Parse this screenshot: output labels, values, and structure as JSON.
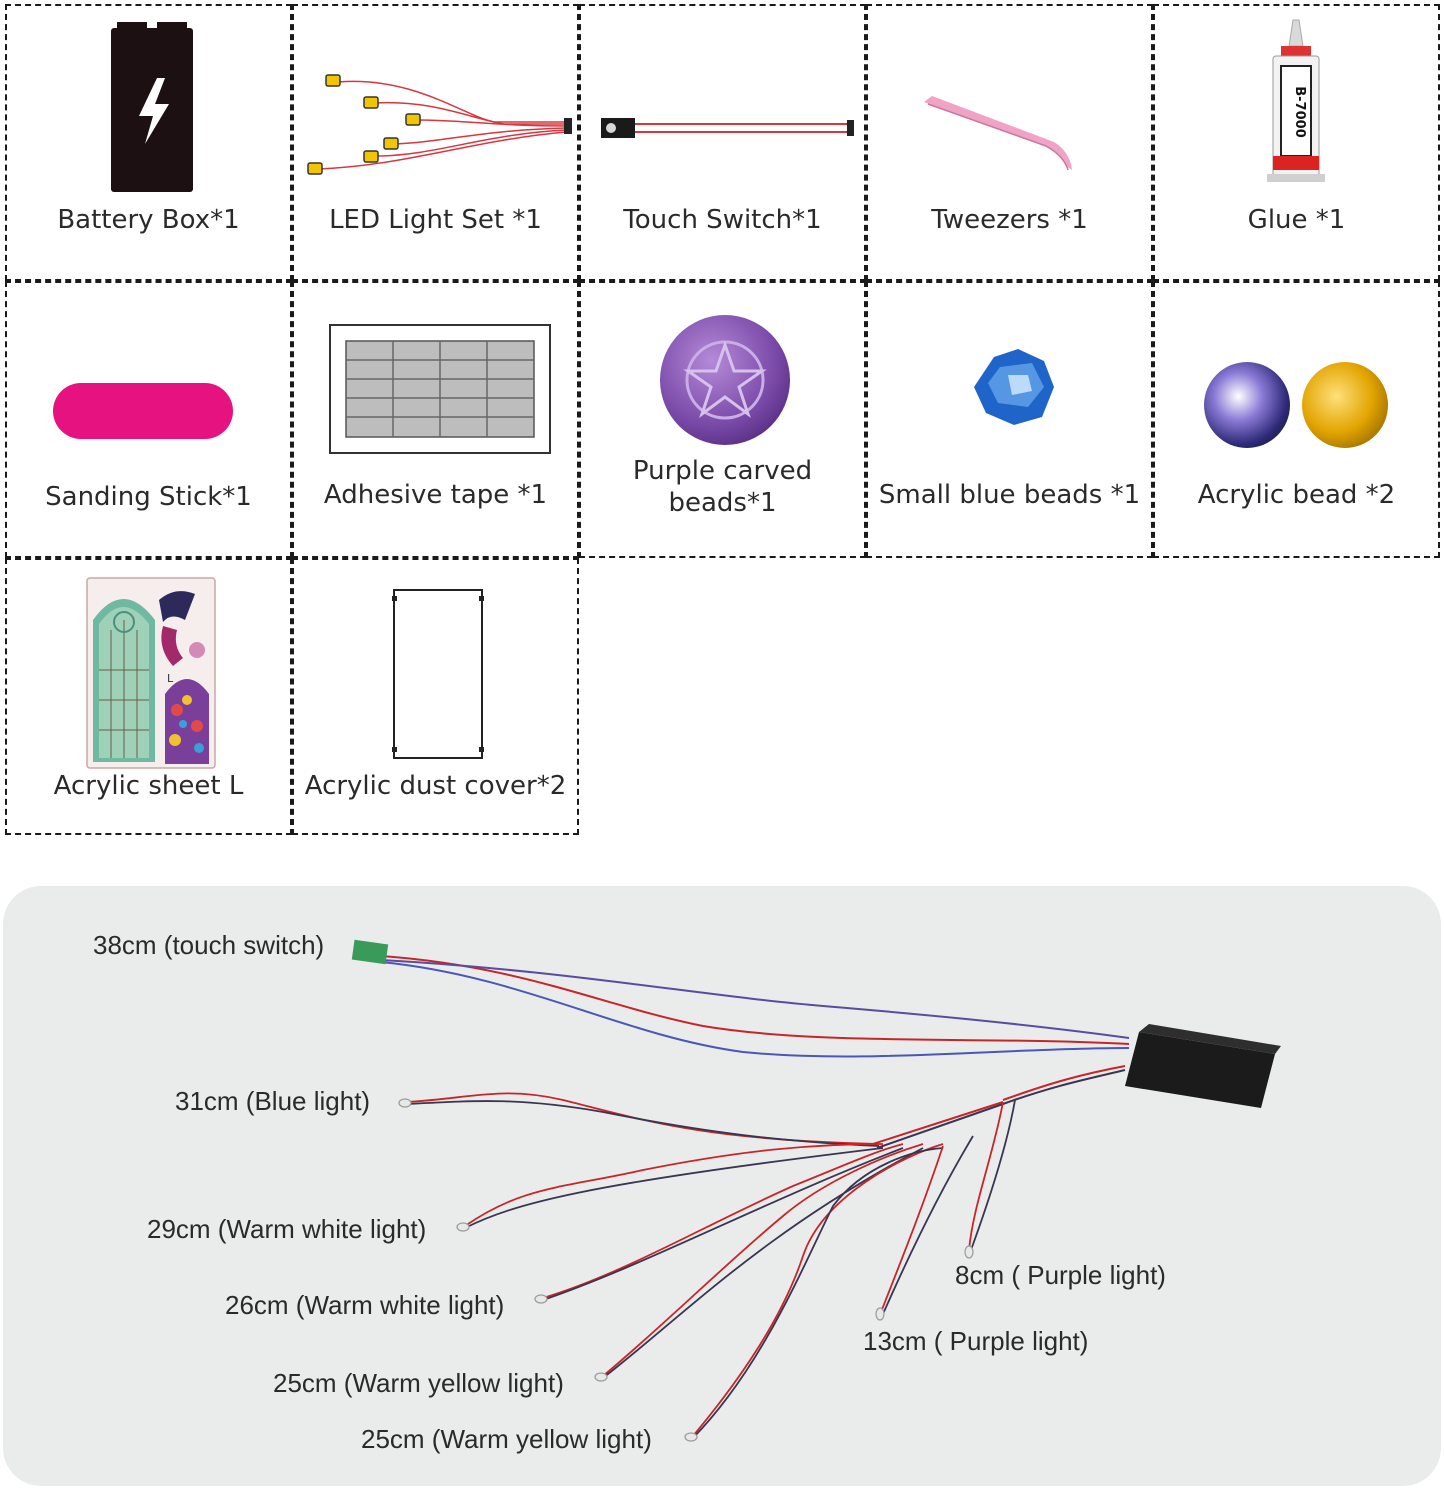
{
  "items": [
    {
      "label": "Battery Box*1",
      "icon": "battery-box-icon"
    },
    {
      "label": "LED Light Set *1",
      "icon": "led-light-set-icon"
    },
    {
      "label": "Touch Switch*1",
      "icon": "touch-switch-icon"
    },
    {
      "label": "Tweezers *1",
      "icon": "tweezers-icon"
    },
    {
      "label": "Glue *1",
      "icon": "glue-tube-icon",
      "tube_text": "B-7000"
    },
    {
      "label": "Sanding Stick*1",
      "icon": "sanding-stick-icon",
      "color": "#e5127f"
    },
    {
      "label": "Adhesive tape *1",
      "icon": "adhesive-tape-icon"
    },
    {
      "label": "Purple carved beads*1",
      "icon": "purple-carved-bead-icon",
      "color": "#8a5bb5"
    },
    {
      "label": "Small blue beads *1",
      "icon": "small-blue-bead-icon",
      "color": "#1f64c8"
    },
    {
      "label": "Acrylic bead *2",
      "icon": "acrylic-beads-icon",
      "color": "#e2a400"
    },
    {
      "label": "Acrylic sheet L",
      "icon": "acrylic-sheet-icon",
      "sheet_mark": "L"
    },
    {
      "label": "Acrylic dust  cover*2",
      "icon": "acrylic-dust-cover-icon"
    }
  ],
  "wiring": {
    "labels": {
      "touch_switch": "38cm (touch switch)",
      "blue": "31cm (Blue light)",
      "warm_white_1": "29cm (Warm white light)",
      "warm_white_2": "26cm (Warm white light)",
      "warm_yellow_1": "25cm (Warm yellow light)",
      "warm_yellow_2": "25cm (Warm yellow light)",
      "purple_8": "8cm ( Purple light)",
      "purple_13": "13cm ( Purple light)"
    },
    "wire_colors": {
      "red": "#c8252b",
      "dark": "#3a3550",
      "blue": "#4a56b8"
    }
  }
}
